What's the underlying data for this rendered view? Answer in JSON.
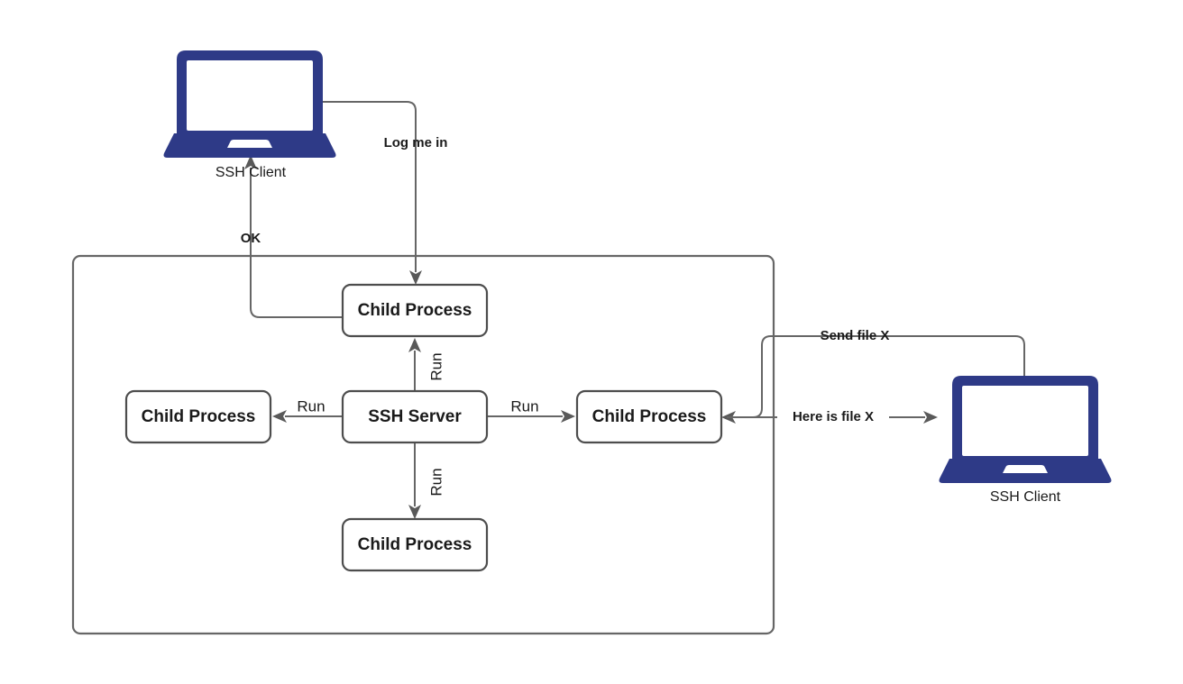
{
  "diagram": {
    "title": "SSH server forking child processes for clients",
    "background": "#ffffff",
    "colors": {
      "laptop": "#2e3a87",
      "node_stroke": "#4d4d4d",
      "edge_stroke": "#666666",
      "arrow_fill": "#595959",
      "node_fill": "#ffffff",
      "text": "#1a1a1a"
    }
  },
  "server_container": {
    "name": "ssh-server-host-boundary"
  },
  "devices": [
    {
      "id": "client-top",
      "label": "SSH Client"
    },
    {
      "id": "client-right",
      "label": "SSH Client"
    }
  ],
  "nodes": [
    {
      "id": "child-top",
      "label": "Child Process"
    },
    {
      "id": "child-left",
      "label": "Child Process"
    },
    {
      "id": "ssh-server",
      "label": "SSH Server"
    },
    {
      "id": "child-right",
      "label": "Child Process"
    },
    {
      "id": "child-bottom",
      "label": "Child Process"
    }
  ],
  "edges": [
    {
      "id": "login-request",
      "label": "Log me in",
      "from": "client-top",
      "to": "child-top",
      "style": "bold"
    },
    {
      "id": "login-ok",
      "label": "OK",
      "from": "child-top",
      "to": "client-top",
      "style": "bold"
    },
    {
      "id": "run-top",
      "label": "Run",
      "from": "ssh-server",
      "to": "child-top",
      "style": "plain"
    },
    {
      "id": "run-left",
      "label": "Run",
      "from": "ssh-server",
      "to": "child-left",
      "style": "plain"
    },
    {
      "id": "run-right",
      "label": "Run",
      "from": "ssh-server",
      "to": "child-right",
      "style": "plain"
    },
    {
      "id": "run-bottom",
      "label": "Run",
      "from": "ssh-server",
      "to": "child-bottom",
      "style": "plain"
    },
    {
      "id": "send-file",
      "label": "Send file X",
      "from": "client-right",
      "to": "child-right",
      "style": "bold"
    },
    {
      "id": "here-is-file",
      "label": "Here is file X",
      "from": "child-right",
      "to": "client-right",
      "style": "bold"
    }
  ]
}
